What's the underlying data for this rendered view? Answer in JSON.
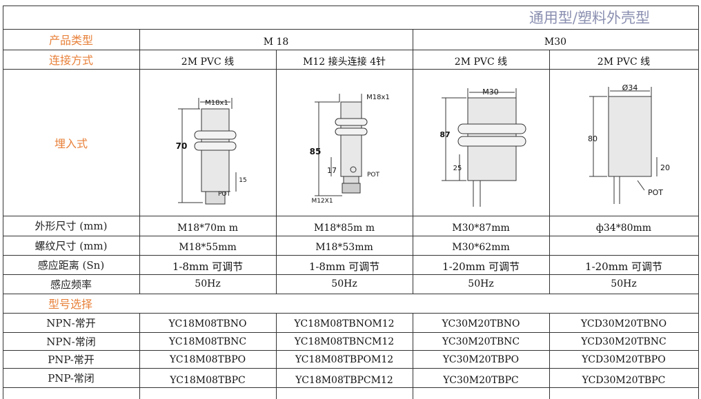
{
  "title": "通用型/塑料外壳型",
  "header": {
    "product_type_label": "产品类型",
    "connection_label": "连接方式",
    "embed_label": "埋入式",
    "group1": "M 18",
    "group2": "M30"
  },
  "connections": [
    "2M PVC 线",
    "M12 接头连接 4针",
    "2M PVC 线",
    "2M PVC 线"
  ],
  "drawings": {
    "d1": {
      "top": "M18x1",
      "height": "70",
      "low": "15",
      "pot": "POT"
    },
    "d2": {
      "top": "M18x1",
      "height": "85",
      "low": "17",
      "pot": "POT",
      "bottom": "M12X1"
    },
    "d3": {
      "top": "M30",
      "height": "87",
      "low": "25"
    },
    "d4": {
      "top": "Ø34",
      "height": "80",
      "low": "20",
      "pot": "POT"
    }
  },
  "specs": [
    {
      "label": "外形尺寸 (mm)",
      "values": [
        "M18*70m m",
        "M18*85m m",
        "M30*87mm",
        "ф34*80mm"
      ]
    },
    {
      "label": "螺纹尺寸 (mm)",
      "values": [
        "M18*55mm",
        "M18*53mm",
        "M30*62mm",
        ""
      ]
    },
    {
      "label": "感应距离 (Sn)",
      "values": [
        "1-8mm  可调节",
        "1-8mm  可调节",
        "1-20mm  可调节",
        "1-20mm  可调节"
      ]
    },
    {
      "label": "感应频率",
      "values": [
        "50Hz",
        "50Hz",
        "50Hz",
        "50Hz"
      ]
    }
  ],
  "model_section": "型号选择",
  "models": [
    {
      "label": "NPN-常开",
      "values": [
        "YC18M08TBNO",
        "YC18M08TBNOM12",
        "YC30M20TBNO",
        "YCD30M20TBNO"
      ]
    },
    {
      "label": "NPN-常闭",
      "values": [
        "YC18M08TBNC",
        "YC18M08TBNCM12",
        "YC30M20TBNC",
        "YCD30M20TBNC"
      ]
    },
    {
      "label": "PNP-常开",
      "values": [
        "YC18M08TBPO",
        "YC18M08TBPOM12",
        "YC30M20TBPO",
        "YCD30M20TBPO"
      ]
    },
    {
      "label": "PNP-常闭",
      "values": [
        "YC18M08TBPC",
        "YC18M08TBPCM12",
        "YC30M20TBPC",
        "YCD30M20TBPC"
      ]
    }
  ]
}
